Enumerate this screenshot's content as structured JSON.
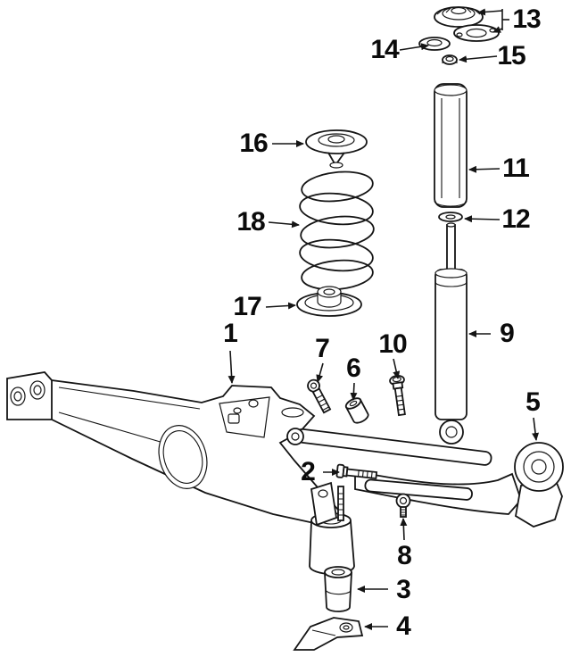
{
  "diagram": {
    "kind": "exploded-parts-diagram",
    "colors": {
      "background": "#ffffff",
      "line": "#151515",
      "label": "#0b0b0b"
    },
    "callouts": {
      "c1": "1",
      "c2": "2",
      "c3": "3",
      "c4": "4",
      "c5": "5",
      "c6": "6",
      "c7": "7",
      "c8": "8",
      "c9": "9",
      "c10": "10",
      "c11": "11",
      "c12": "12",
      "c13": "13",
      "c14": "14",
      "c15": "15",
      "c16": "16",
      "c17": "17",
      "c18": "18"
    }
  }
}
